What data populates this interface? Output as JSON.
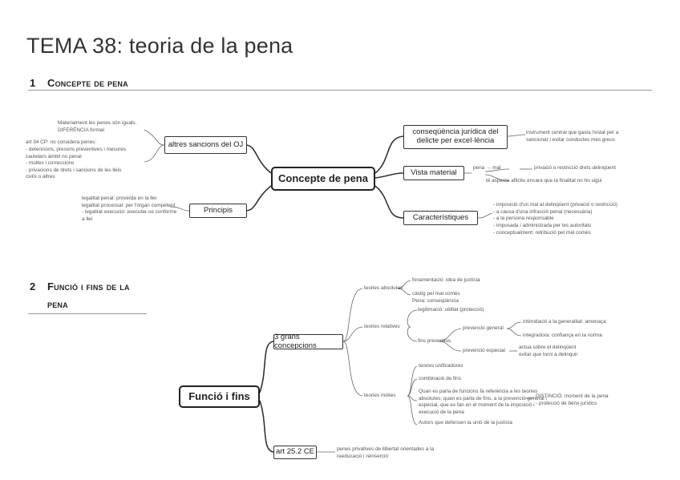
{
  "title": "TEMA 38: teoria de la pena",
  "section1": {
    "number": "1",
    "heading": "Concepte de pena"
  },
  "section2": {
    "number": "2",
    "heading_line1": "Funció i fins de la",
    "heading_line2": "pena"
  },
  "map1": {
    "center": "Concepte de pena",
    "altres": {
      "label": "altres sancions del OJ",
      "notes": [
        "Materialment les penes són iguals.",
        "DIFERÈNCIA formal",
        "art 34 CP: no considera penes:",
        "- detencions, presons preventives i mesures",
        "  cautelars àmbit no penal",
        "  - multes i correccions",
        "- privacions de drets i sancions de les lleis",
        "  civils o altres"
      ]
    },
    "principis": {
      "label": "Principis",
      "notes": [
        "legalitat penal: proveïda en la llei",
        "legalitat processal: per l'òrgan competent",
        "- legalitat execució: executar-se conforme",
        "  a llei"
      ]
    },
    "consequencia": {
      "line1": "conseqüència jurídica del",
      "line2": "delicte per excel·lència",
      "notes": [
        "instrument central que gasta l'estat per a",
        "sancionar i evitar conductes més greus"
      ]
    },
    "vista": {
      "label": "Vista material",
      "notes": [
        "pena → mal",
        "privació o restricció drets delinqüent",
        "té aspecte aflictiu encara que la finalitat no ho sigui"
      ]
    },
    "caract": {
      "label": "Característiques",
      "notes": [
        "- imposició d'un mal al delinqüent (privació o restricció)",
        "- a causa d'una infracció penal (necessària)",
        "- a la persona responsable",
        "- imposada i administrada per les autoritats",
        "- conceptualment: retribució pel mal comès"
      ]
    }
  },
  "map2": {
    "center": "Funció i fins",
    "grans": {
      "label": "3 grans concepcions",
      "absolutes": {
        "label": "teories absolutes",
        "notes": [
          "fonamentació: idea de justícia",
          "càstig pel mal comès",
          "Pena: conseqüència"
        ]
      },
      "relatives": {
        "label": "teories relatives",
        "intro": "legitimació: utilitat (protecció)",
        "fins": "fins preventius",
        "general": {
          "label": "prevenció general",
          "notes": [
            "intimidació a la generalitat: amenaça",
            "integradora: confiança en la norma"
          ]
        },
        "especial": {
          "label": "prevenció especial",
          "notes": [
            "actua sobre el delinqüent",
            "evitar que torni a delinquir"
          ]
        }
      },
      "mixtes": {
        "label": "teories mixtes",
        "notes": [
          "teories unificadores",
          "combinació de fins",
          "Quan es parla de funcions fa referència a les teories",
          "absolutes; quan es parla de fins, a la prevenció general i",
          "especial, que es fan en el moment de la imposició i",
          "execució de la pena",
          "Autors que defensen la unió de la justícia"
        ],
        "side": [
          "DISTINCIÓ: moment de la pena",
          "- protecció de béns jurídics"
        ]
      }
    },
    "art": {
      "label": "art 25.2 CE",
      "notes": [
        "penes privatives de llibertat orientades a la",
        "reeducació i reinserció"
      ]
    }
  }
}
